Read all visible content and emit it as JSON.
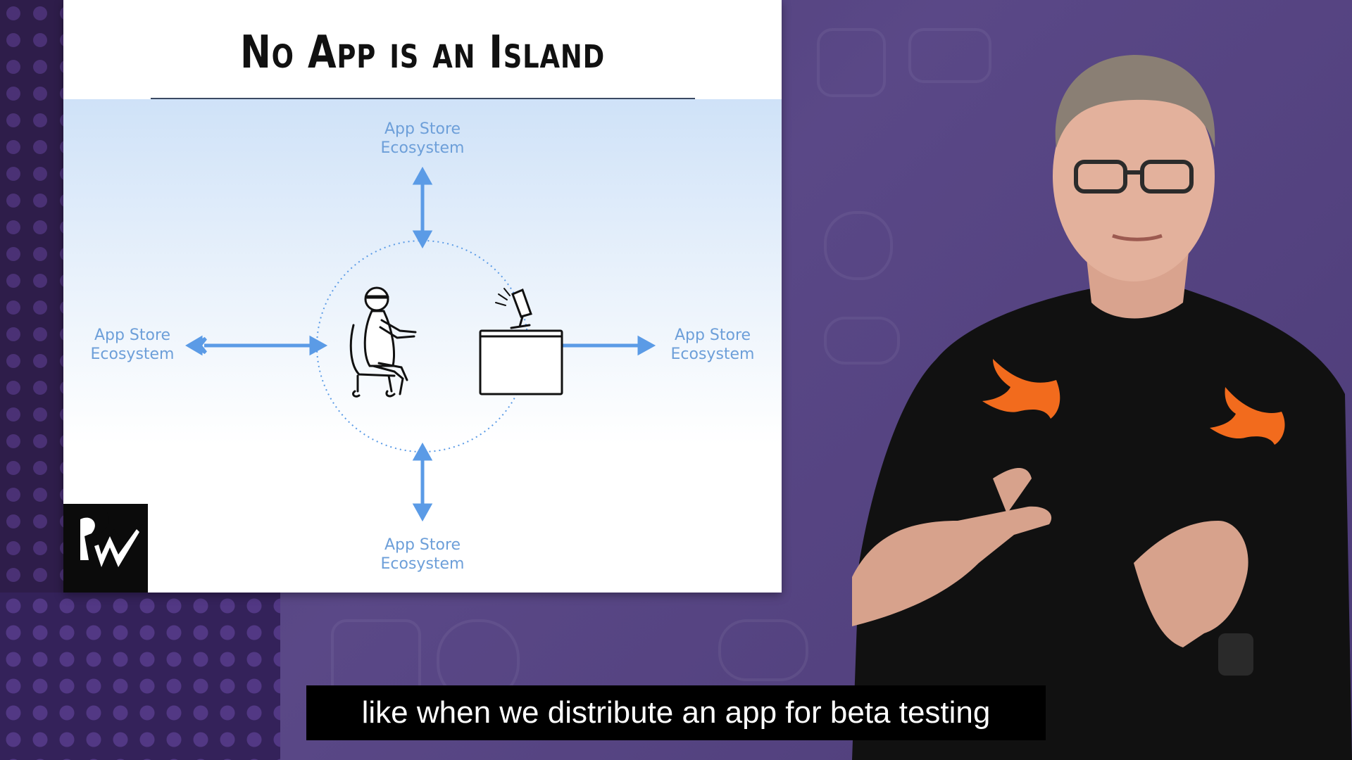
{
  "slide": {
    "title": "No App is an Island",
    "ecosystem_labels": {
      "top": "App Store\nEcosystem",
      "left": "App Store\nEcosystem",
      "right": "App Store\nEcosystem",
      "bottom": "App Store\nEcosystem"
    },
    "logo": "RW"
  },
  "caption": {
    "text": "like when we distribute an app for beta testing"
  },
  "colors": {
    "accent_blue": "#5b9be6",
    "label_blue": "#6d9fd9",
    "background_purple": "#4f3e7d",
    "swift_orange": "#f26b1d"
  },
  "icons": [
    "stick-figure-icon",
    "desk-computer-icon",
    "swift-logo-icon",
    "rw-logo-icon"
  ]
}
